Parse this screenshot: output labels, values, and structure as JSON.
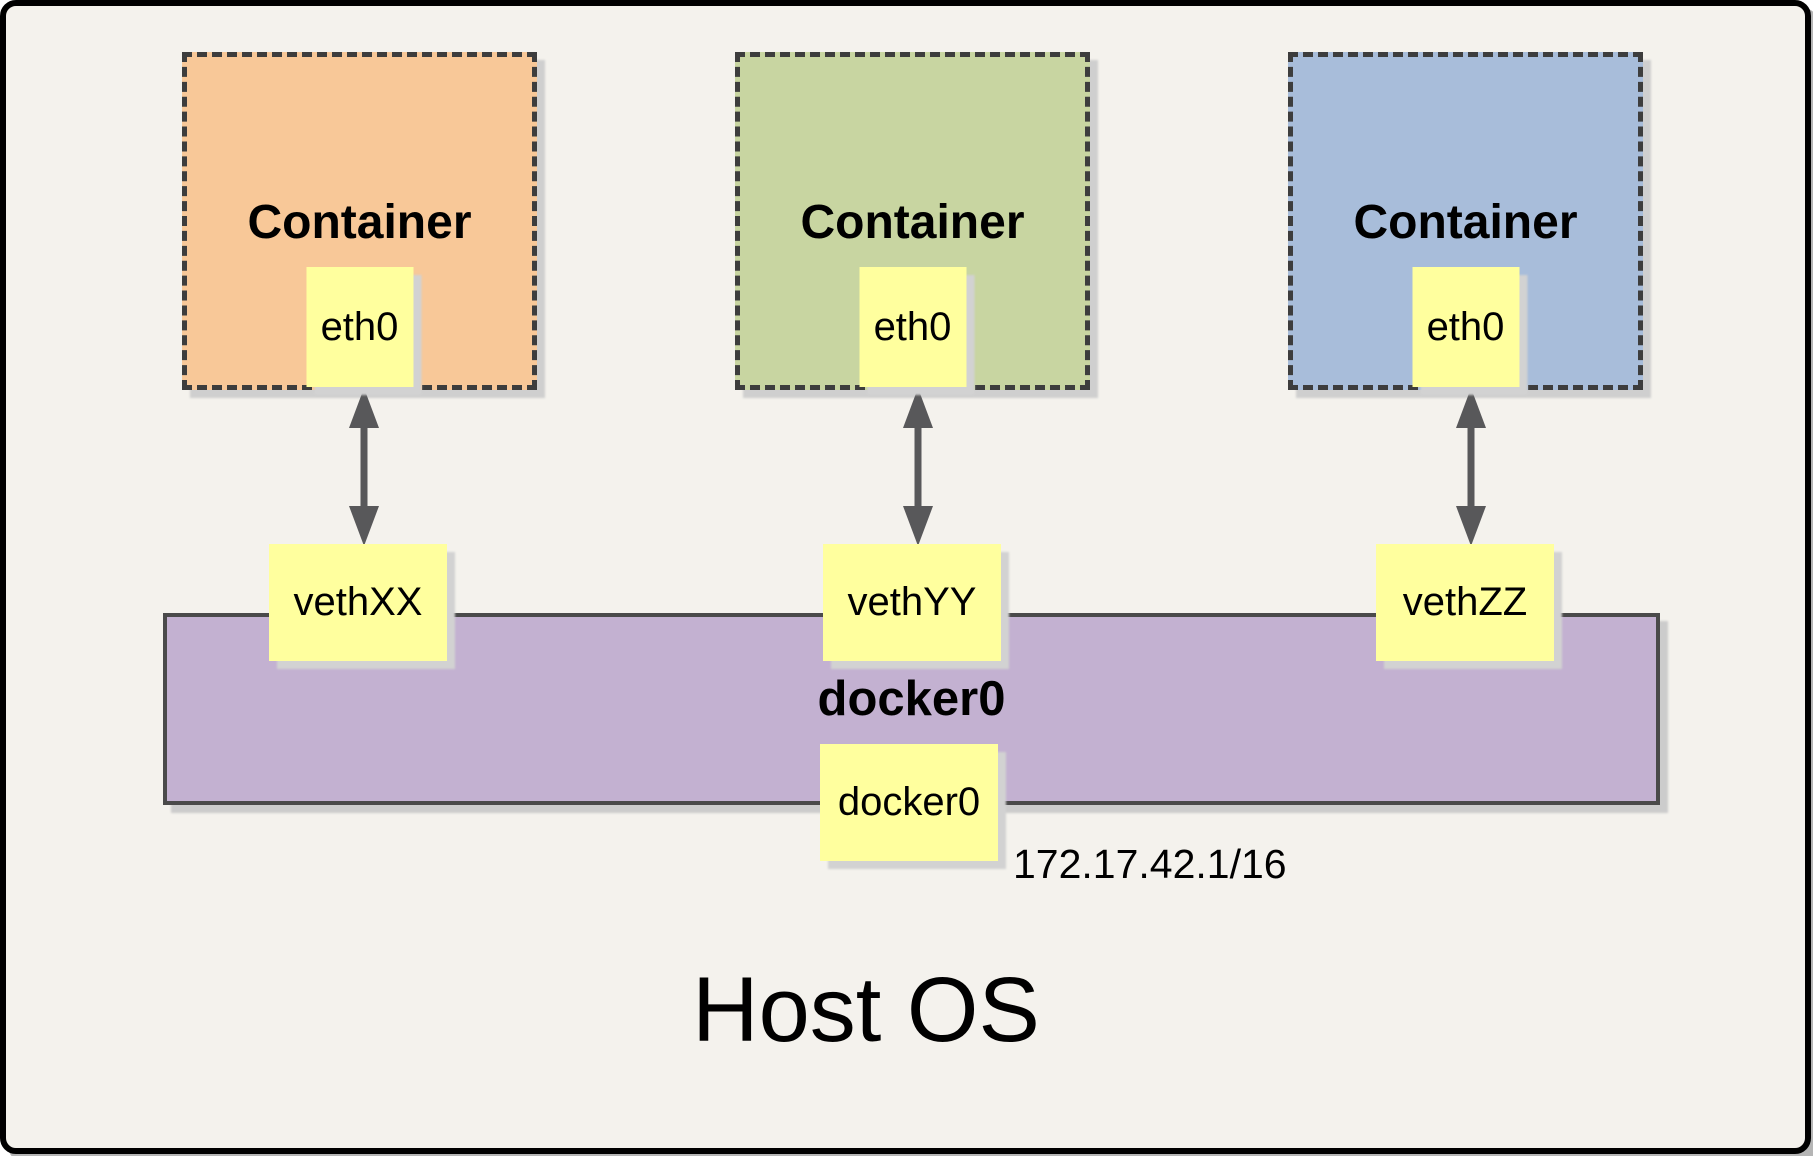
{
  "diagram": {
    "containers": [
      {
        "title": "Container",
        "interface_label": "eth0",
        "veth_label": "vethXX",
        "fill": "#f8c898"
      },
      {
        "title": "Container",
        "interface_label": "eth0",
        "veth_label": "vethYY",
        "fill": "#c8d5a1"
      },
      {
        "title": "Container",
        "interface_label": "eth0",
        "veth_label": "vethZZ",
        "fill": "#a8bdda"
      }
    ],
    "bridge": {
      "name": "docker0",
      "interface_label": "docker0",
      "ip": "172.17.42.1/16",
      "fill": "#c3b1d1"
    },
    "host": {
      "label": "Host OS"
    },
    "colors": {
      "page_background": "#f4f2ed",
      "frame_border": "#000000",
      "frame_shadow": "#b5b5b5",
      "dashed_border": "#3d3d3d",
      "note_yellow": "#ffff9e",
      "bridge_border": "#4a4a4a",
      "arrow": "#58585a",
      "text": "#000000"
    }
  }
}
